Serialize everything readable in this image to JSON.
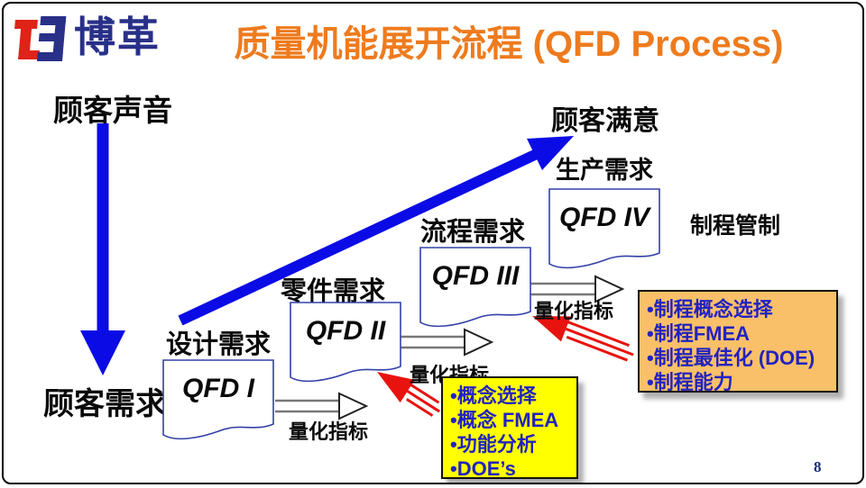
{
  "slide": {
    "logo_text": "博革",
    "title": "质量机能展开流程 (QFD Process)",
    "page_number": "8"
  },
  "flow": {
    "voice_of_customer": "顾客声音",
    "customer_requirements": "顾客需求",
    "customer_satisfaction": "顾客满意",
    "quantified_metrics": "量化指标",
    "stages": [
      {
        "doc": "QFD I",
        "requirement": "设计需求"
      },
      {
        "doc": "QFD II",
        "requirement": "零件需求"
      },
      {
        "doc": "QFD III",
        "requirement": "流程需求"
      },
      {
        "doc": "QFD IV",
        "requirement": "生产需求",
        "output": "制程管制"
      }
    ]
  },
  "callouts": {
    "qfd2_box": {
      "items": [
        "•概念选择",
        "•概念 FMEA",
        "•功能分析",
        "•DOE’s"
      ]
    },
    "qfd3_box": {
      "items": [
        "•制程概念选择",
        "•制程FMEA",
        "•制程最佳化 (DOE)",
        "•制程能力"
      ]
    }
  },
  "colors": {
    "title_orange": "#EE7B1E",
    "logo_blue": "#293088",
    "logo_red": "#DF2318",
    "arrow_blue": "#0B0BE6",
    "arrow_red": "#E8130E",
    "callout_yellow": "#FFFF00",
    "callout_orange": "#FAC069",
    "callout_text_blue": "#2222C0",
    "doc_border_blue": "#3340A8",
    "page_number_navy": "#1A2F7A"
  }
}
